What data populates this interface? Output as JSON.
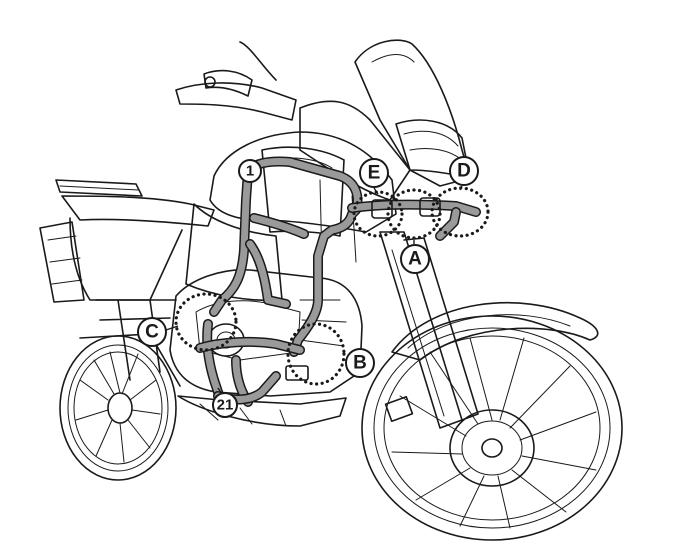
{
  "labels": {
    "part_1": "1",
    "part_21": "21",
    "point_a": "A",
    "point_b": "B",
    "point_c": "C",
    "point_d": "D",
    "point_e": "E"
  },
  "colors": {
    "line": "#1a1a1a",
    "bar_fill": "#9a9a9a",
    "background": "#ffffff"
  }
}
